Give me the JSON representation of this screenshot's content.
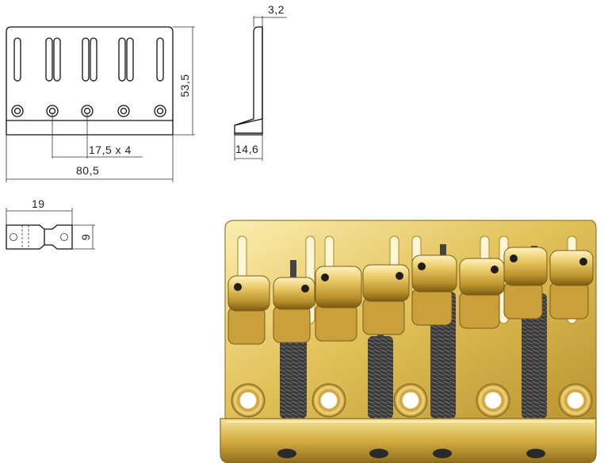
{
  "drawing": {
    "dims": {
      "plate_width": "80,5",
      "plate_height": "53,5",
      "hole_spacing": "17,5 x 4",
      "profile_thickness": "3,2",
      "profile_depth": "14,6",
      "saddle_length": "19",
      "saddle_height": "9"
    }
  },
  "colors": {
    "gold_light": "#f4df8f",
    "gold_mid": "#d8b344",
    "gold_dark": "#8a6a1c",
    "spring": "#2b2b2b"
  },
  "photo": {
    "saddle_count": 8,
    "spring_count": 4,
    "mount_hole_count": 5
  }
}
